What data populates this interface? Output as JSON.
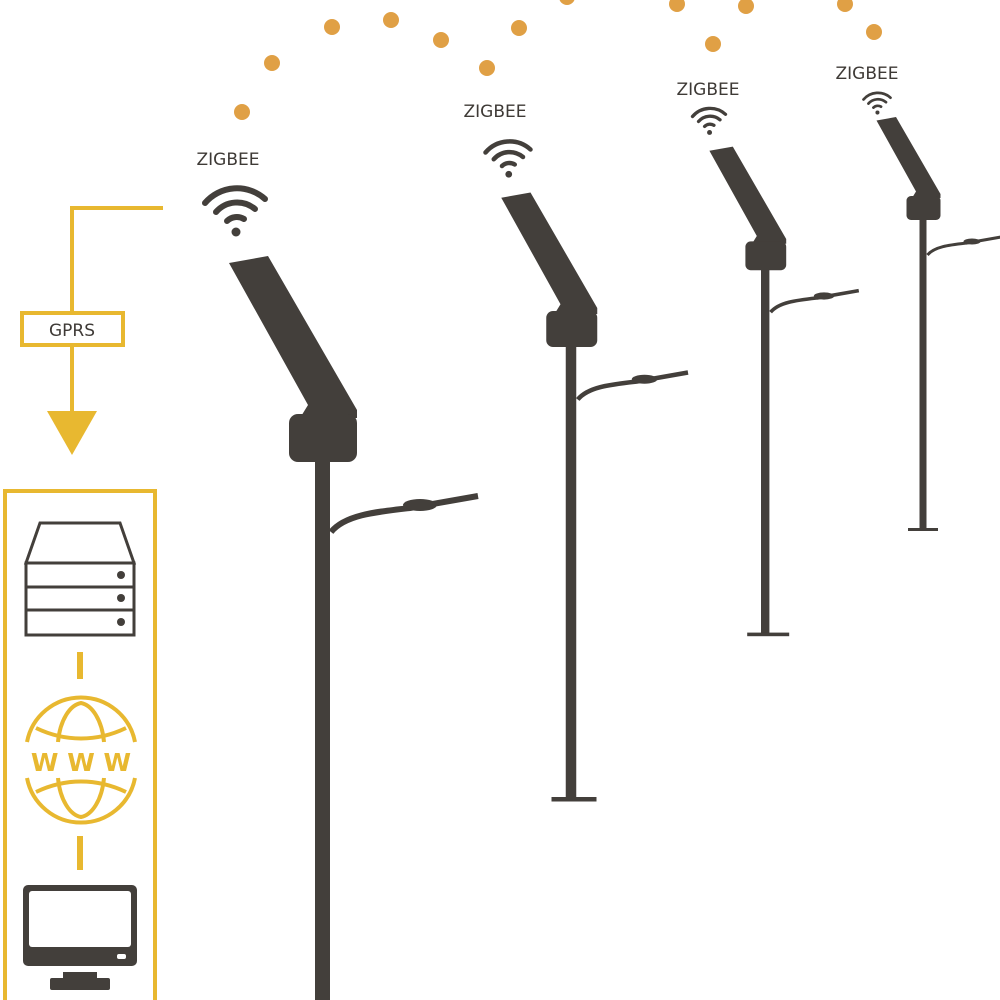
{
  "labels": {
    "zigbee_1": "ZIGBEE",
    "zigbee_2": "ZIGBEE",
    "zigbee_3": "ZIGBEE",
    "zigbee_4": "ZIGBEE",
    "gprs": "GPRS",
    "www": "W W W"
  },
  "colors": {
    "accent": "#E8B830",
    "dots": "#E0A045",
    "dark": "#433F3B"
  },
  "icons": [
    "wifi-icon",
    "server-icon",
    "globe-www-icon",
    "monitor-icon",
    "arrow-down-icon",
    "street-lamp"
  ]
}
